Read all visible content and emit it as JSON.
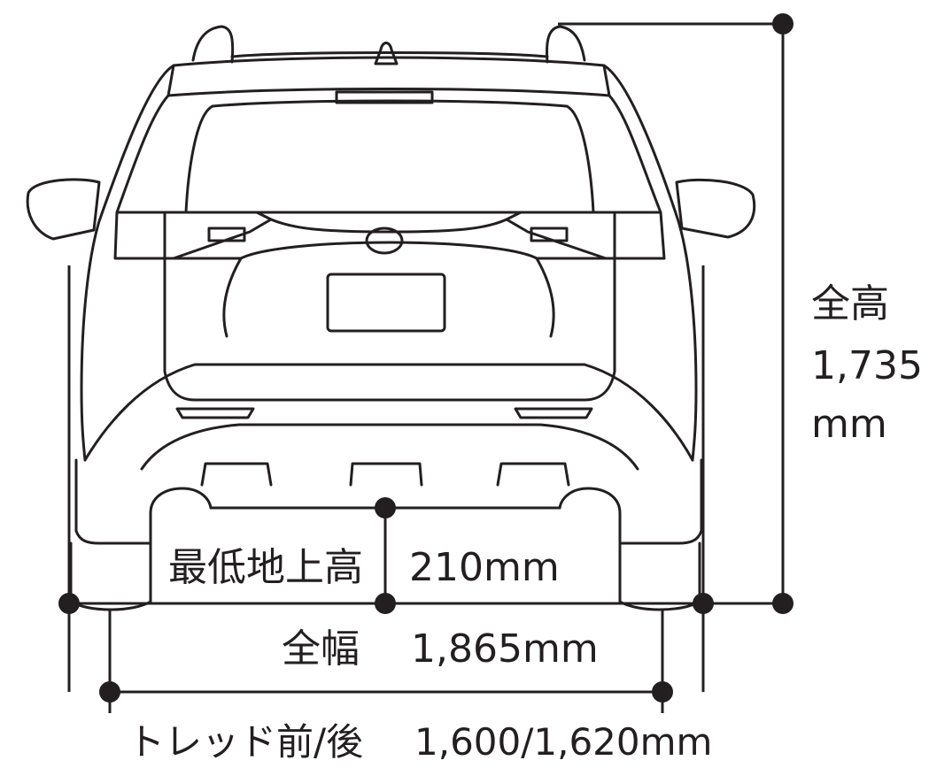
{
  "dimensions": {
    "height": {
      "label": "全高",
      "value": "1,735",
      "unit": "mm"
    },
    "ground_clearance": {
      "label": "最低地上高",
      "value": "210mm"
    },
    "width": {
      "label": "全幅",
      "value": "1,865mm"
    },
    "tread": {
      "label": "トレッド前/後",
      "value": "1,600/1,620mm"
    }
  },
  "colors": {
    "ink": "#231f20",
    "background": "#ffffff"
  }
}
